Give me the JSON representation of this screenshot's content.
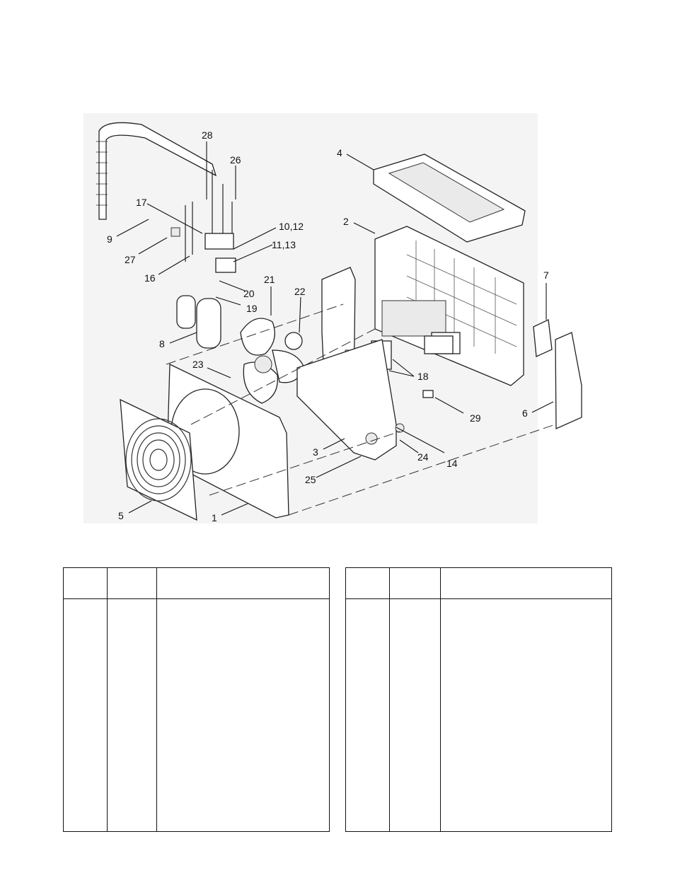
{
  "diagram": {
    "callouts": [
      "1",
      "2",
      "3",
      "4",
      "5",
      "6",
      "7",
      "8",
      "9",
      "10,12",
      "11,13",
      "14",
      "16",
      "17",
      "18",
      "19",
      "20",
      "21",
      "22",
      "23",
      "24",
      "25",
      "26",
      "27",
      "28",
      "29"
    ]
  },
  "parts_tables": [
    {
      "headers": [
        "",
        "",
        ""
      ],
      "rows": []
    },
    {
      "headers": [
        "",
        "",
        ""
      ],
      "rows": []
    }
  ]
}
